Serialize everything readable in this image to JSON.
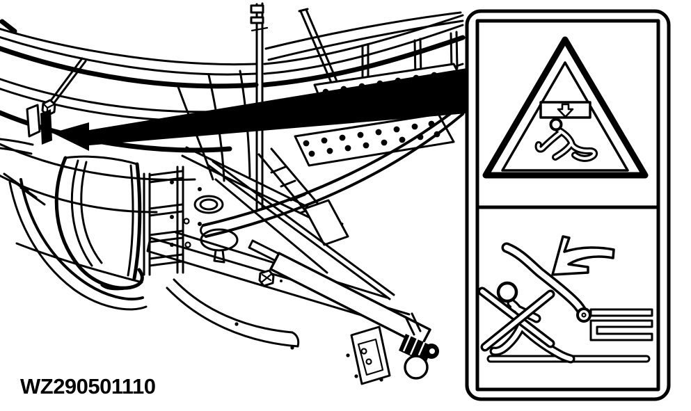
{
  "figure": {
    "code": "WZ290501110"
  },
  "colors": {
    "ink": "#000000",
    "paper": "#ffffff"
  },
  "illustration": {
    "subject": "rear of machine with drawbar hitch and access ladder",
    "callout": "black tapered arrow from safety label panel to decal location on machine"
  },
  "label_panel": {
    "cells": [
      {
        "id": "crush-hazard",
        "icon": "warning-triangle-descending-load-over-person-icon"
      },
      {
        "id": "swinging-drawbar-hazard",
        "icon": "crossed-out-person-swinging-drawbar-icon"
      }
    ]
  }
}
